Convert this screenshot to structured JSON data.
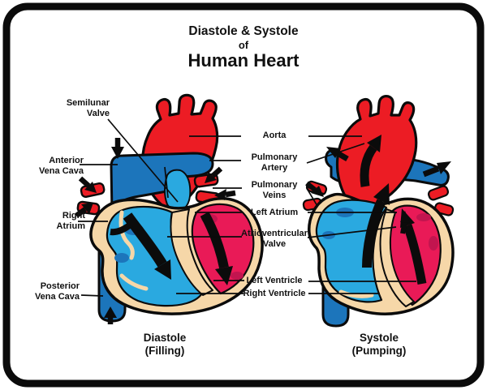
{
  "title": {
    "line1": "Diastole & Systole",
    "line2": "of",
    "line3": "Human Heart"
  },
  "labels": {
    "semilunar_valve": "Semilunar\nValve",
    "anterior_vena_cava": "Anterior\nVena Cava",
    "right_atrium": "Right\nAtrium",
    "posterior_vena_cava": "Posterior\nVena Cava",
    "aorta": "Aorta",
    "pulmonary_artery": "Pulmonary\nArtery",
    "pulmonary_veins": "Pulmonary\nVeins",
    "left_atrium": "Left Atrium",
    "atrioventricular_valve": "Atrioventricular\nValve",
    "left_ventricle": "Left Ventricle",
    "right_ventricle": "Right Ventricle"
  },
  "captions": {
    "diastole": "Diastole\n(Filling)",
    "systole": "Systole\n(Pumping)"
  },
  "colors": {
    "red": "#EC1C24",
    "blue": "#1C75BB",
    "light_blue": "#2AA9E0",
    "crimson": "#E91A57",
    "dark_crimson": "#C2154F",
    "tan": "#F6D7A8",
    "outline": "#0B0B0B",
    "text": "#111111",
    "background": "#FFFFFF"
  }
}
